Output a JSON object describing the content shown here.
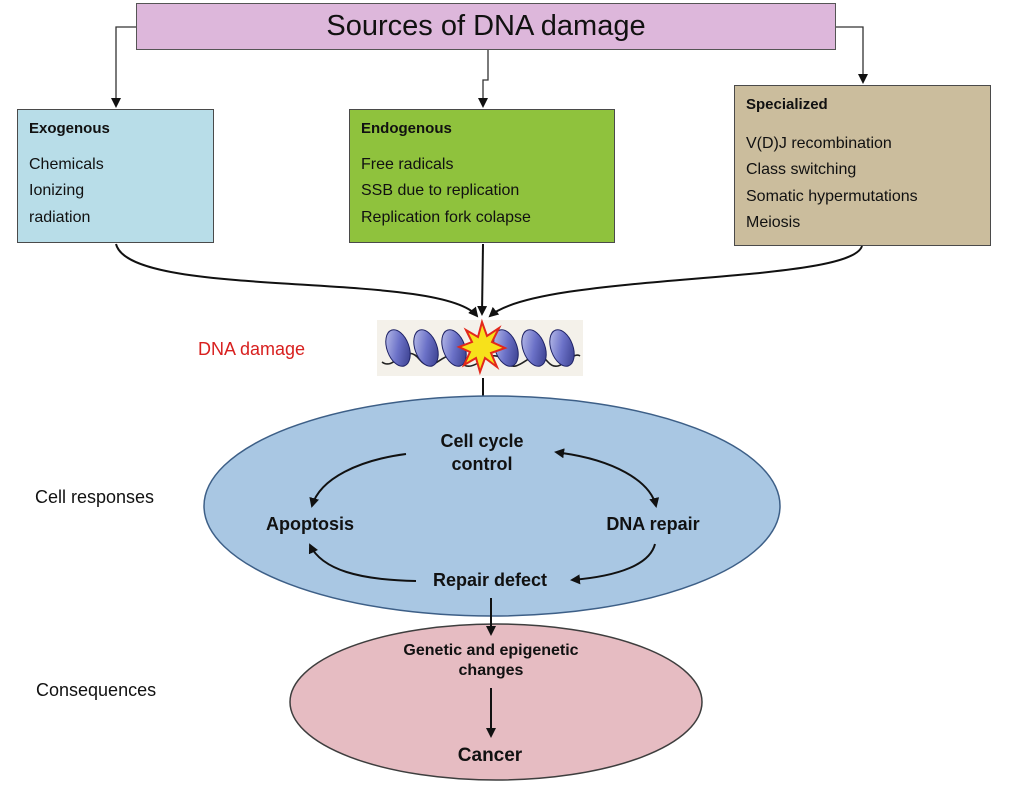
{
  "header": {
    "title": "Sources of DNA damage"
  },
  "sources": [
    {
      "heading": "Exogenous",
      "items": [
        "Chemicals",
        "Ionizing",
        "radiation"
      ]
    },
    {
      "heading": "Endogenous",
      "items": [
        "Free radicals",
        "SSB due to replication",
        "Replication fork colapse"
      ]
    },
    {
      "heading": "Specialized",
      "items": [
        "V(D)J recombination",
        "Class switching",
        "Somatic hypermutations",
        "Meiosis"
      ]
    }
  ],
  "dna_damage_label": "DNA damage",
  "cell_responses": {
    "label": "Cell responses",
    "cell_cycle_control": "Cell cycle control",
    "apoptosis": "Apoptosis",
    "dna_repair": "DNA repair",
    "repair_defect": "Repair defect"
  },
  "consequences": {
    "label": "Consequences",
    "changes": "Genetic and epigenetic changes",
    "cancer": "Cancer"
  },
  "colors": {
    "header": "#ddb7db",
    "exogenous": "#b8dde8",
    "endogenous": "#8fc23d",
    "specialized": "#cbbd9d",
    "cell_ellipse": "#a9c7e3",
    "consequence_ellipse": "#e6bcc2",
    "dna_damage_text": "#d8201f"
  }
}
